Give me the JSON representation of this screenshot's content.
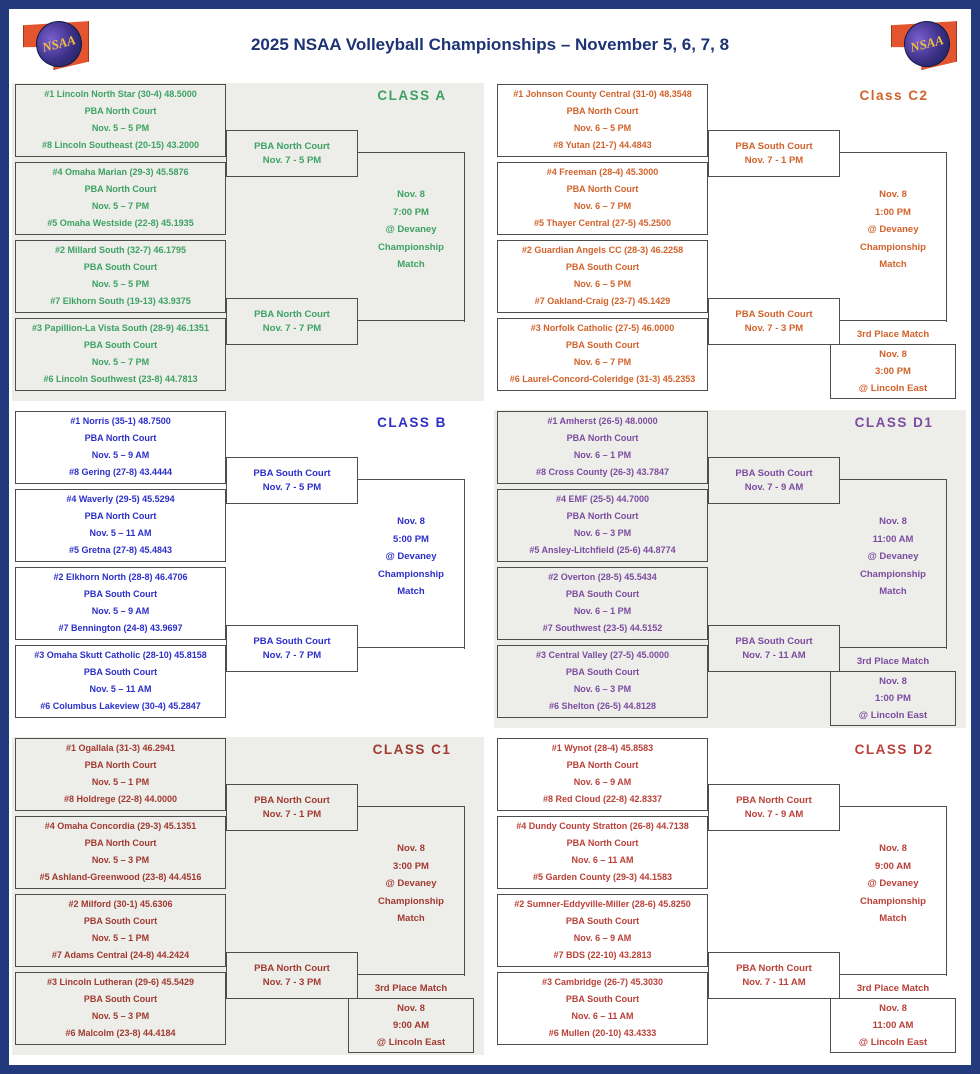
{
  "page": {
    "title": "2025 NSAA Volleyball Championships – November 5, 6, 7, 8",
    "logo_text": "NSAA"
  },
  "colors": {
    "border_navy": "#23397E",
    "title_navy": "#1D3374",
    "line_gray": "#4D4D4D",
    "panel_gray": "#EDEDE9",
    "class_a_green": "#3DA263",
    "class_c2_orange": "#D2622B",
    "class_b_blue": "#2B2FC8",
    "class_d1_purple": "#7C4CA0",
    "class_c1_darkred": "#A13A31",
    "class_d2_red": "#BA4038"
  },
  "brackets": [
    {
      "title": "CLASS A",
      "color": "#3DA263",
      "panel_bg": "#EDEDE9",
      "matches": [
        {
          "team_top": "#1 Lincoln North Star (30-4) 48.5000",
          "venue": "PBA North Court",
          "datetime": "Nov. 5 – 5 PM",
          "team_bottom": "#8 Lincoln Southeast (20-15) 43.2000"
        },
        {
          "team_top": "#4 Omaha Marian (29-3) 45.5876",
          "venue": "PBA North Court",
          "datetime": "Nov. 5 – 7 PM",
          "team_bottom": "#5 Omaha Westside (22-8) 45.1935"
        },
        {
          "team_top": "#2 Millard South (32-7) 46.1795",
          "venue": "PBA South Court",
          "datetime": "Nov. 5 – 5 PM",
          "team_bottom": "#7 Elkhorn South (19-13) 43.9375"
        },
        {
          "team_top": "#3 Papillion-La Vista South (28-9) 46.1351",
          "venue": "PBA South Court",
          "datetime": "Nov. 5 – 7 PM",
          "team_bottom": "#6 Lincoln Southwest (23-8) 44.7813"
        }
      ],
      "semifinals": [
        {
          "venue": "PBA North Court",
          "datetime": "Nov. 7 - 5 PM"
        },
        {
          "venue": "PBA North Court",
          "datetime": "Nov. 7 - 7 PM"
        }
      ],
      "final": {
        "lines": [
          "Nov. 8",
          "7:00 PM",
          "@ Devaney",
          "Championship",
          "Match"
        ]
      },
      "third_place": null
    },
    {
      "title": "Class C2",
      "color": "#D2622B",
      "panel_bg": "#FFFFFF",
      "matches": [
        {
          "team_top": "#1 Johnson County Central (31-0) 48.3548",
          "venue": "PBA North Court",
          "datetime": "Nov. 6 – 5 PM",
          "team_bottom": "#8 Yutan (21-7) 44.4843"
        },
        {
          "team_top": "#4 Freeman (28-4) 45.3000",
          "venue": "PBA North Court",
          "datetime": "Nov. 6 – 7 PM",
          "team_bottom": "#5 Thayer Central (27-5) 45.2500"
        },
        {
          "team_top": "#2 Guardian Angels CC (28-3) 46.2258",
          "venue": "PBA South Court",
          "datetime": "Nov. 6 – 5 PM",
          "team_bottom": "#7 Oakland-Craig (23-7) 45.1429"
        },
        {
          "team_top": "#3 Norfolk Catholic (27-5) 46.0000",
          "venue": "PBA South Court",
          "datetime": "Nov. 6 – 7 PM",
          "team_bottom": "#6 Laurel-Concord-Coleridge (31-3) 45.2353"
        }
      ],
      "semifinals": [
        {
          "venue": "PBA South Court",
          "datetime": "Nov. 7 - 1 PM"
        },
        {
          "venue": "PBA South Court",
          "datetime": "Nov. 7 - 3 PM"
        }
      ],
      "final": {
        "lines": [
          "Nov. 8",
          "1:00 PM",
          "@ Devaney",
          "Championship",
          "Match"
        ]
      },
      "third_place": {
        "label": "3rd Place Match",
        "lines": [
          "Nov. 8",
          "3:00 PM",
          "@ Lincoln East"
        ]
      }
    },
    {
      "title": "CLASS B",
      "color": "#2B2FC8",
      "panel_bg": "#FFFFFF",
      "matches": [
        {
          "team_top": "#1 Norris (35-1) 48.7500",
          "venue": "PBA North Court",
          "datetime": "Nov. 5 – 9 AM",
          "team_bottom": "#8 Gering (27-8) 43.4444"
        },
        {
          "team_top": "#4 Waverly (29-5) 45.5294",
          "venue": "PBA North Court",
          "datetime": "Nov. 5 – 11 AM",
          "team_bottom": "#5 Gretna (27-8) 45.4843"
        },
        {
          "team_top": "#2 Elkhorn North (28-8) 46.4706",
          "venue": "PBA South Court",
          "datetime": "Nov. 5 – 9 AM",
          "team_bottom": "#7 Bennington (24-8) 43.9697"
        },
        {
          "team_top": "#3 Omaha Skutt Catholic (28-10) 45.8158",
          "venue": "PBA South Court",
          "datetime": "Nov. 5 – 11 AM",
          "team_bottom": "#6 Columbus Lakeview (30-4) 45.2847"
        }
      ],
      "semifinals": [
        {
          "venue": "PBA South Court",
          "datetime": "Nov. 7 - 5 PM"
        },
        {
          "venue": "PBA South Court",
          "datetime": "Nov. 7 - 7 PM"
        }
      ],
      "final": {
        "lines": [
          "Nov. 8",
          "5:00 PM",
          "@ Devaney",
          "Championship",
          "Match"
        ]
      },
      "third_place": null
    },
    {
      "title": "CLASS D1",
      "color": "#7C4CA0",
      "panel_bg": "#EDEDE9",
      "matches": [
        {
          "team_top": "#1 Amherst (26-5) 48.0000",
          "venue": "PBA North Court",
          "datetime": "Nov. 6 – 1 PM",
          "team_bottom": "#8 Cross County (26-3) 43.7847"
        },
        {
          "team_top": "#4 EMF (25-5) 44.7000",
          "venue": "PBA North Court",
          "datetime": "Nov. 6 – 3 PM",
          "team_bottom": "#5 Ansley-Litchfield (25-6) 44.8774"
        },
        {
          "team_top": "#2 Overton (28-5) 45.5434",
          "venue": "PBA South Court",
          "datetime": "Nov. 6 – 1 PM",
          "team_bottom": "#7 Southwest (23-5) 44.5152"
        },
        {
          "team_top": "#3 Central Valley (27-5) 45.0000",
          "venue": "PBA South Court",
          "datetime": "Nov. 6 – 3 PM",
          "team_bottom": "#6 Shelton (26-5) 44.8128"
        }
      ],
      "semifinals": [
        {
          "venue": "PBA South Court",
          "datetime": "Nov. 7 - 9 AM"
        },
        {
          "venue": "PBA South Court",
          "datetime": "Nov. 7 - 11 AM"
        }
      ],
      "final": {
        "lines": [
          "Nov. 8",
          "11:00 AM",
          "@ Devaney",
          "Championship",
          "Match"
        ]
      },
      "third_place": {
        "label": "3rd Place Match",
        "lines": [
          "Nov. 8",
          "1:00 PM",
          "@ Lincoln East"
        ]
      }
    },
    {
      "title": "CLASS C1",
      "color": "#A13A31",
      "panel_bg": "#EDEDE9",
      "matches": [
        {
          "team_top": "#1 Ogallala (31-3) 46.2941",
          "venue": "PBA North Court",
          "datetime": "Nov. 5 – 1 PM",
          "team_bottom": "#8 Holdrege (22-8) 44.0000"
        },
        {
          "team_top": "#4 Omaha Concordia (29-3) 45.1351",
          "venue": "PBA North Court",
          "datetime": "Nov. 5 – 3 PM",
          "team_bottom": "#5 Ashland-Greenwood (23-8) 44.4516"
        },
        {
          "team_top": "#2 Milford (30-1) 45.6306",
          "venue": "PBA South Court",
          "datetime": "Nov. 5 – 1 PM",
          "team_bottom": "#7 Adams Central (24-8) 44.2424"
        },
        {
          "team_top": "#3 Lincoln Lutheran (29-6) 45.5429",
          "venue": "PBA South Court",
          "datetime": "Nov. 5 – 3 PM",
          "team_bottom": "#6 Malcolm (23-8) 44.4184"
        }
      ],
      "semifinals": [
        {
          "venue": "PBA North Court",
          "datetime": "Nov. 7 - 1 PM"
        },
        {
          "venue": "PBA North Court",
          "datetime": "Nov. 7 - 3 PM"
        }
      ],
      "final": {
        "lines": [
          "Nov. 8",
          "3:00 PM",
          "@ Devaney",
          "Championship",
          "Match"
        ]
      },
      "third_place": {
        "label": "3rd Place Match",
        "lines": [
          "Nov. 8",
          "9:00 AM",
          "@ Lincoln East"
        ]
      }
    },
    {
      "title": "CLASS D2",
      "color": "#BA4038",
      "panel_bg": "#FFFFFF",
      "matches": [
        {
          "team_top": "#1 Wynot (28-4) 45.8583",
          "venue": "PBA North Court",
          "datetime": "Nov. 6 – 9 AM",
          "team_bottom": "#8 Red Cloud (22-8) 42.8337"
        },
        {
          "team_top": "#4 Dundy County Stratton (26-8) 44.7138",
          "venue": "PBA North Court",
          "datetime": "Nov. 6 – 11 AM",
          "team_bottom": "#5 Garden County (29-3) 44.1583"
        },
        {
          "team_top": "#2 Sumner-Eddyville-Miller (28-6) 45.8250",
          "venue": "PBA South Court",
          "datetime": "Nov. 6 – 9 AM",
          "team_bottom": "#7 BDS (22-10) 43.2813"
        },
        {
          "team_top": "#3 Cambridge (26-7) 45.3030",
          "venue": "PBA South Court",
          "datetime": "Nov. 6 – 11 AM",
          "team_bottom": "#6 Mullen (20-10) 43.4333"
        }
      ],
      "semifinals": [
        {
          "venue": "PBA North Court",
          "datetime": "Nov. 7 - 9 AM"
        },
        {
          "venue": "PBA North Court",
          "datetime": "Nov. 7 - 11 AM"
        }
      ],
      "final": {
        "lines": [
          "Nov. 8",
          "9:00 AM",
          "@ Devaney",
          "Championship",
          "Match"
        ]
      },
      "third_place": {
        "label": "3rd Place Match",
        "lines": [
          "Nov. 8",
          "11:00 AM",
          "@ Lincoln East"
        ]
      }
    }
  ]
}
